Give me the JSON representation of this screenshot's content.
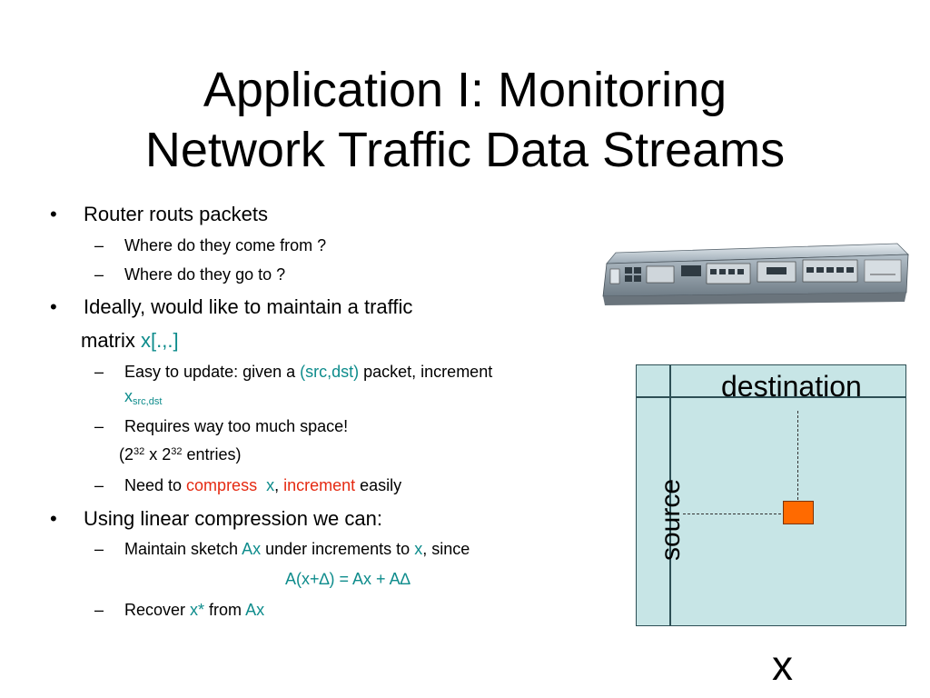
{
  "title": {
    "line1": "Application I: Monitoring",
    "line2": "Network Traffic Data Streams"
  },
  "bullets": {
    "b1": "Router routs packets",
    "b1_sub1": "Where do they come from ?",
    "b1_sub2": "Where do they go to ?",
    "b2_line1": "Ideally, would like to maintain a traffic",
    "b2_line2_text": "matrix ",
    "b2_line2_var": "x[.,.]",
    "b2_sub1_pre": "Easy to update: given a ",
    "b2_sub1_var": "(src,dst)",
    "b2_sub1_post": " packet, increment",
    "b2_sub1_x": "x",
    "b2_sub1_subscript": "src,dst",
    "b2_sub2": "Requires way too much space!",
    "b2_sub2_cont_open": "(2",
    "b2_sub2_exp1": "32",
    "b2_sub2_mid": " x 2",
    "b2_sub2_exp2": "32",
    "b2_sub2_close": " entries)",
    "b2_sub3_pre": "Need to ",
    "b2_sub3_red1": "compress",
    "b2_sub3_x": "x",
    "b2_sub3_comma": ", ",
    "b2_sub3_red2": "increment",
    "b2_sub3_post": " easily",
    "b3": "Using linear compression we can:",
    "b3_sub1_pre": "Maintain sketch ",
    "b3_sub1_ax": "Ax",
    "b3_sub1_mid": " under increments to ",
    "b3_sub1_x": "x",
    "b3_sub1_post": ",  since",
    "b3_formula": "A(x+∆) = Ax + A∆",
    "b3_sub2_pre": "Recover ",
    "b3_sub2_xstar": "x*",
    "b3_sub2_mid": " from ",
    "b3_sub2_ax": "Ax"
  },
  "markers": {
    "bullet": "•",
    "dash": "–"
  },
  "matrix": {
    "destination_label": "destination",
    "source_label": "source",
    "var_label": "x"
  },
  "colors": {
    "teal": "#0e8c8c",
    "red": "#e52a12",
    "matrix_fill": "#c7e5e6",
    "cell": "#ff6a00"
  }
}
